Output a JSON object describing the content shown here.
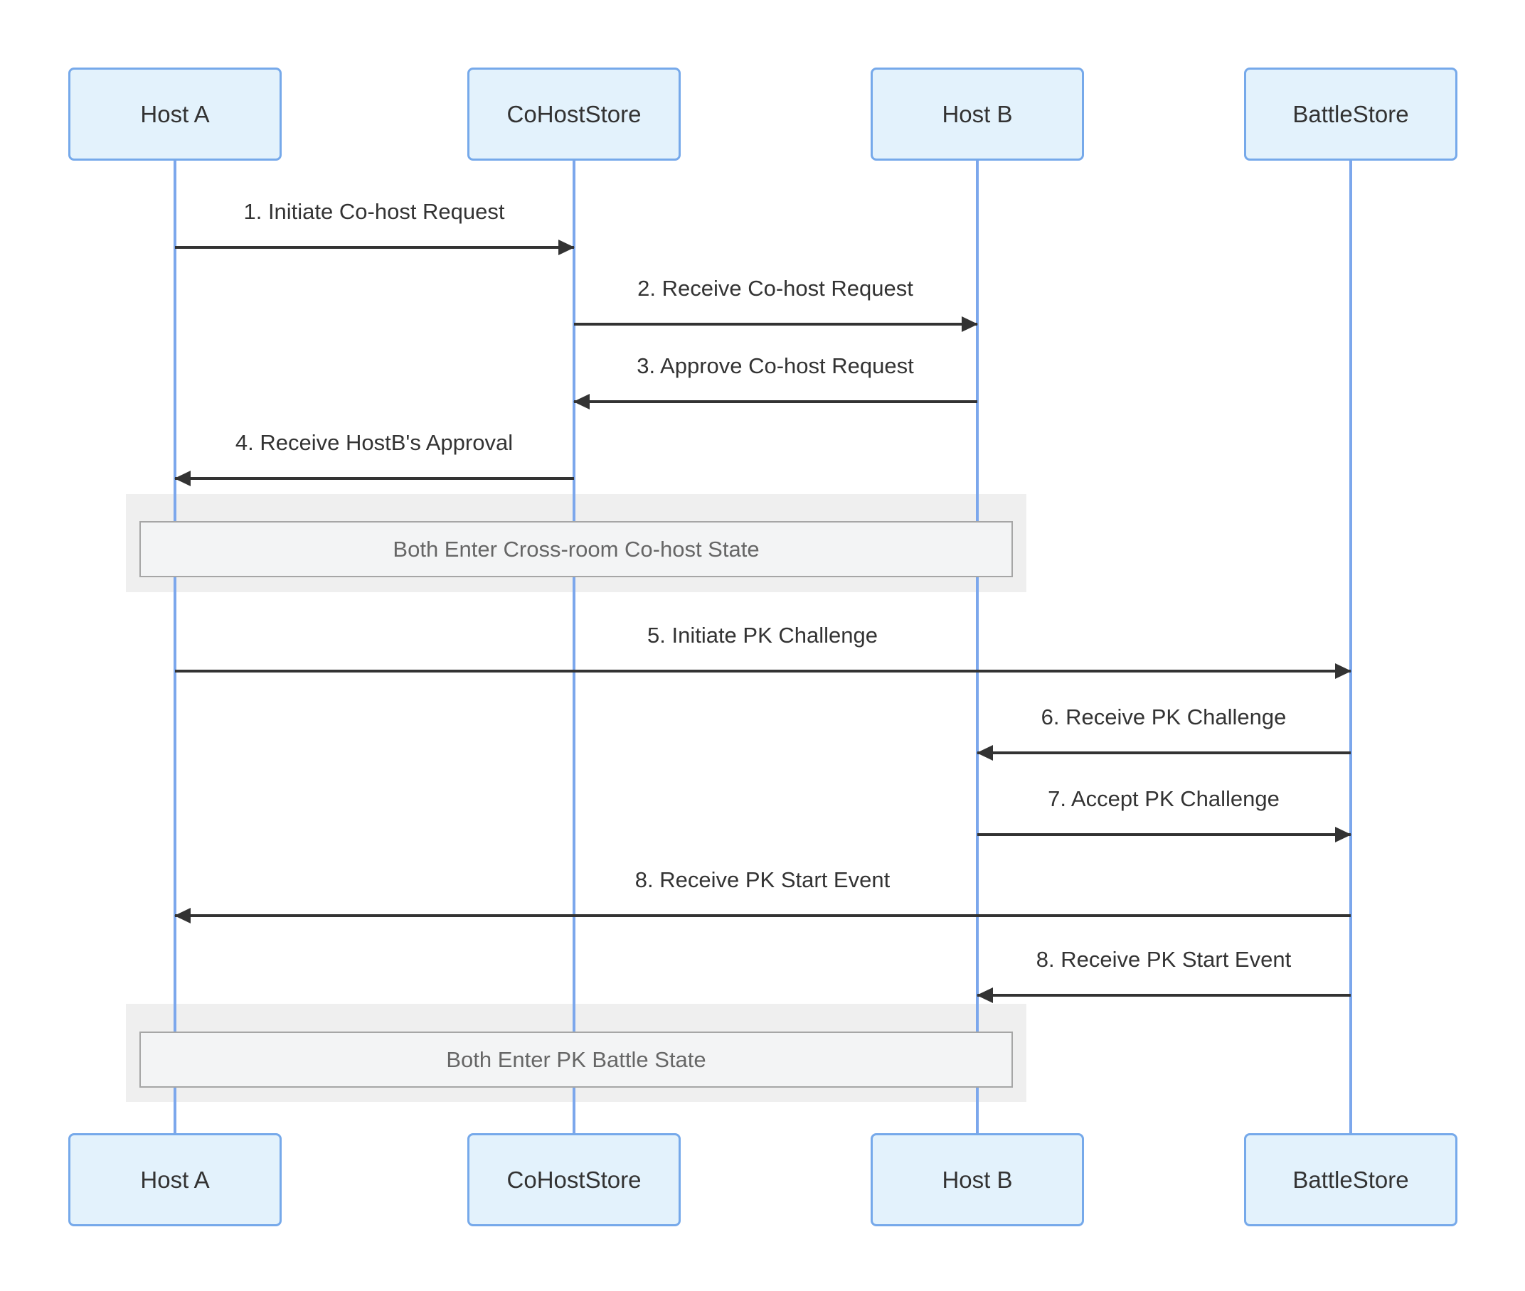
{
  "diagram": {
    "type": "sequence-diagram",
    "actors": [
      {
        "id": "host-a",
        "label": "Host A"
      },
      {
        "id": "cohoststore",
        "label": "CoHostStore"
      },
      {
        "id": "host-b",
        "label": "Host B"
      },
      {
        "id": "battlestore",
        "label": "BattleStore"
      }
    ],
    "messages": [
      {
        "label": "1. Initiate Co-host Request",
        "from": "Host A",
        "to": "CoHostStore",
        "direction": "right"
      },
      {
        "label": "2. Receive Co-host Request",
        "from": "CoHostStore",
        "to": "Host B",
        "direction": "right"
      },
      {
        "label": "3. Approve Co-host Request",
        "from": "Host B",
        "to": "CoHostStore",
        "direction": "left"
      },
      {
        "label": "4. Receive HostB's Approval",
        "from": "CoHostStore",
        "to": "Host A",
        "direction": "left"
      },
      {
        "label": "5. Initiate PK Challenge",
        "from": "Host A",
        "to": "BattleStore",
        "direction": "right"
      },
      {
        "label": "6. Receive PK Challenge",
        "from": "BattleStore",
        "to": "Host B",
        "direction": "left"
      },
      {
        "label": "7. Accept PK Challenge",
        "from": "Host B",
        "to": "BattleStore",
        "direction": "right"
      },
      {
        "label": "8. Receive PK Start Event",
        "from": "BattleStore",
        "to": "Host A",
        "direction": "left"
      },
      {
        "label": "8. Receive PK Start Event",
        "from": "BattleStore",
        "to": "Host B",
        "direction": "left"
      }
    ],
    "notes": [
      {
        "label": "Both Enter Cross-room Co-host State",
        "over": [
          "Host A",
          "Host B"
        ]
      },
      {
        "label": "Both Enter PK Battle State",
        "over": [
          "Host A",
          "Host B"
        ]
      }
    ],
    "colors": {
      "actor_fill": "#E3F2FC",
      "actor_border": "#76A9EA",
      "lifeline": "#7CA7EC",
      "arrow": "#333333",
      "text": "#333333",
      "note_fill": "#F3F4F5",
      "note_border": "#A6A6A6",
      "note_text": "#666666",
      "rect_fill": "#EFEFEF"
    }
  }
}
